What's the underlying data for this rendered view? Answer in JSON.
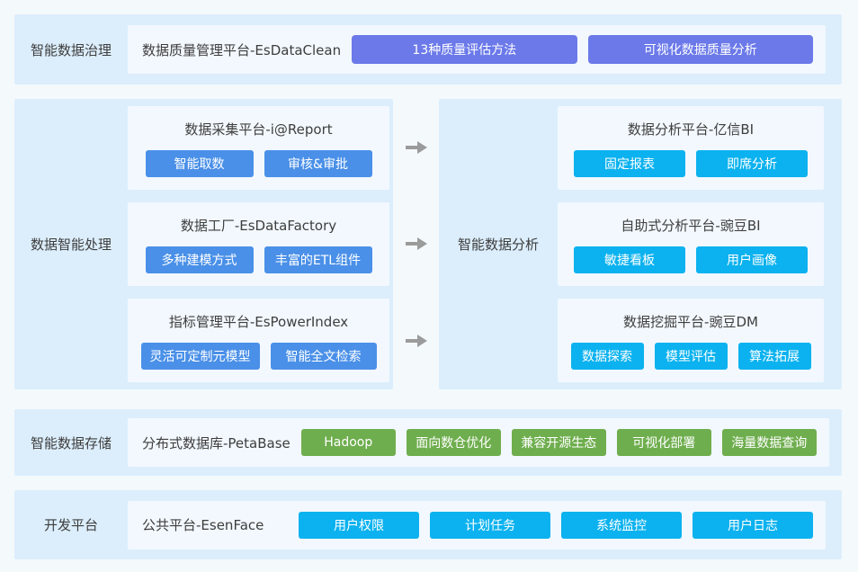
{
  "rows": {
    "governance": {
      "label": "智能数据治理",
      "platform": "数据质量管理平台-EsDataClean",
      "buttons": [
        "13种质量评估方法",
        "可视化数据质量分析"
      ]
    },
    "processing": {
      "label": "数据智能处理",
      "boxes": [
        {
          "title": "数据采集平台-i@Report",
          "buttons": [
            "智能取数",
            "审核&审批"
          ]
        },
        {
          "title": "数据工厂-EsDataFactory",
          "buttons": [
            "多种建模方式",
            "丰富的ETL组件"
          ]
        },
        {
          "title": "指标管理平台-EsPowerIndex",
          "buttons": [
            "灵活可定制元模型",
            "智能全文检索"
          ]
        }
      ]
    },
    "analysis": {
      "label": "智能数据分析",
      "boxes": [
        {
          "title": "数据分析平台-亿信BI",
          "buttons": [
            "固定报表",
            "即席分析"
          ]
        },
        {
          "title": "自助式分析平台-豌豆BI",
          "buttons": [
            "敏捷看板",
            "用户画像"
          ]
        },
        {
          "title": "数据挖掘平台-豌豆DM",
          "buttons": [
            "数据探索",
            "模型评估",
            "算法拓展"
          ]
        }
      ]
    },
    "storage": {
      "label": "智能数据存储",
      "platform": "分布式数据库-PetaBase",
      "buttons": [
        "Hadoop",
        "面向数仓优化",
        "兼容开源生态",
        "可视化部署",
        "海量数据查询"
      ]
    },
    "dev": {
      "label": "开发平台",
      "platform": "公共平台-EsenFace",
      "buttons": [
        "用户权限",
        "计划任务",
        "系统监控",
        "用户日志"
      ]
    }
  },
  "colors": {
    "page_bg": "#f4f9fc",
    "band_bg": "#dceefc",
    "panel_bg": "#f2f8fe",
    "button_purple": "#6b79e9",
    "button_blue": "#4a90e8",
    "button_cyan": "#0bb2ef",
    "button_green": "#6fae4e",
    "arrow_gray": "#9b9b9b",
    "text_dark": "#3d3d3d"
  },
  "icons": {
    "arrow": "right-arrow-icon"
  }
}
